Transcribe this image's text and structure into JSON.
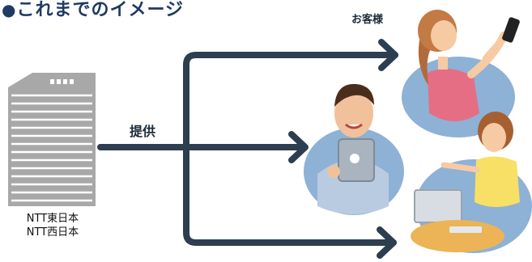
{
  "title": {
    "bullet": "●",
    "text": "これまでのイメージ"
  },
  "labels": {
    "provide": "提供",
    "customer": "お客様"
  },
  "provider": {
    "line1": "NTT東日本",
    "line2": "NTT西日本"
  },
  "colors": {
    "arrow": "#2c3e50",
    "document": "#a8a8a8",
    "blob": "#8eb1d6",
    "title": "#1f3a63"
  }
}
